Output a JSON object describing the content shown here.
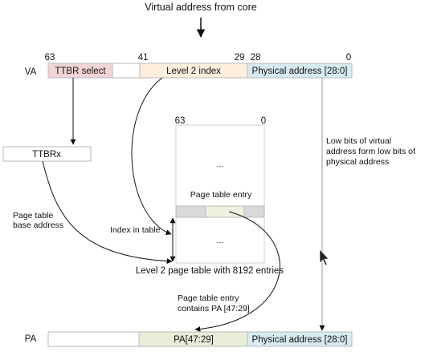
{
  "title": "Virtual address from core",
  "va": {
    "label": "VA",
    "bits": {
      "b63": "63",
      "b41": "41",
      "b29": "29",
      "b28": "28",
      "b0": "0"
    },
    "fields": {
      "ttbr_select": "TTBR select",
      "level2_index": "Level 2 index",
      "physical_address": "Physical address [28:0]"
    }
  },
  "ttbrx": "TTBRx",
  "table": {
    "bit_high": "63",
    "bit_low": "0",
    "dots_top": "...",
    "dots_bottom": "...",
    "entry_label": "Page table entry",
    "caption": "Level 2 page table with 8192 entries"
  },
  "annotations": {
    "low_bits": [
      "Low bits of virtual",
      "address form low bits of",
      "physical address"
    ],
    "page_table_base": [
      "Page table",
      "base address"
    ],
    "index_in_table": "Index in table",
    "entry_contains": [
      "Page table entry",
      "contains PA [47:29]"
    ]
  },
  "pa": {
    "label": "PA",
    "fields": {
      "pa_47_29": "PA[47:29]",
      "physical_address": "Physical address [28:0]"
    }
  },
  "colors": {
    "ttbr_fill": "#f2d4d4",
    "level2_fill": "#fdeede",
    "phys_fill": "#d8ebf2",
    "pa_fill": "#e8edda",
    "entry_fill": "#eef3e0",
    "entry_row_fill": "#d9d9d9"
  }
}
